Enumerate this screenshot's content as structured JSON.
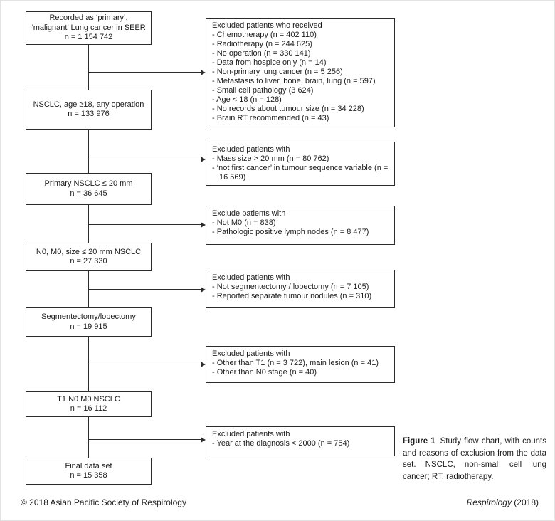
{
  "flow": {
    "boxes": [
      {
        "lines": [
          "Recorded as ‘primary’,",
          "‘malignant’ Lung cancer in SEER",
          "n = 1 154 742"
        ]
      },
      {
        "lines": [
          "NSCLC, age ≥18, any operation",
          "n = 133 976"
        ]
      },
      {
        "lines": [
          "Primary NSCLC ≤ 20 mm",
          "n = 36 645"
        ]
      },
      {
        "lines": [
          "N0, M0, size ≤ 20 mm NSCLC",
          "n = 27 330"
        ]
      },
      {
        "lines": [
          "Segmentectomy/lobectomy",
          "n = 19 915"
        ]
      },
      {
        "lines": [
          "T1 N0 M0 NSCLC",
          "n = 16 112"
        ]
      },
      {
        "lines": [
          "Final data set",
          "n = 15 358"
        ]
      }
    ]
  },
  "exclusions": [
    {
      "title": "Excluded patients who received",
      "items": [
        "- Chemotherapy (n = 402 110)",
        "- Radiotherapy (n = 244 625)",
        "- No operation (n = 330 141)",
        "- Data from hospice only (n = 14)",
        "- Non-primary lung cancer (n = 5 256)",
        "- Metastasis to liver, bone, brain, lung (n = 597)",
        "- Small cell pathology (3 624)",
        "- Age < 18 (n = 128)",
        "- No records about tumour size (n = 34 228)",
        "- Brain RT recommended (n = 43)"
      ]
    },
    {
      "title": "Excluded patients with",
      "items": [
        "- Mass size > 20 mm (n = 80 762)",
        "- ‘not first cancer’ in tumour sequence variable (n = 16 569)"
      ]
    },
    {
      "title": "Exclude patients with",
      "items": [
        "- Not M0 (n = 838)",
        "- Pathologic positive lymph nodes (n = 8 477)"
      ]
    },
    {
      "title": "Excluded patients with",
      "items": [
        "- Not segmentectomy / lobectomy (n = 7 105)",
        "- Reported separate tumour nodules (n = 310)"
      ]
    },
    {
      "title": "Excluded patients with",
      "items": [
        "- Other than T1 (n = 3 722), main lesion (n = 41)",
        "- Other than N0 stage (n = 40)"
      ]
    },
    {
      "title": "Excluded patients with",
      "items": [
        "- Year at the diagnosis < 2000 (n = 754)"
      ]
    }
  ],
  "caption": {
    "label": "Figure 1",
    "text": "Study flow chart, with counts and reasons of exclusion from the data set. NSCLC, non-small cell lung cancer; RT, radiotherapy."
  },
  "footer": {
    "copyright": "© 2018 Asian Pacific Society of Respirology",
    "journal": "Respirology",
    "year": " (2018)"
  }
}
